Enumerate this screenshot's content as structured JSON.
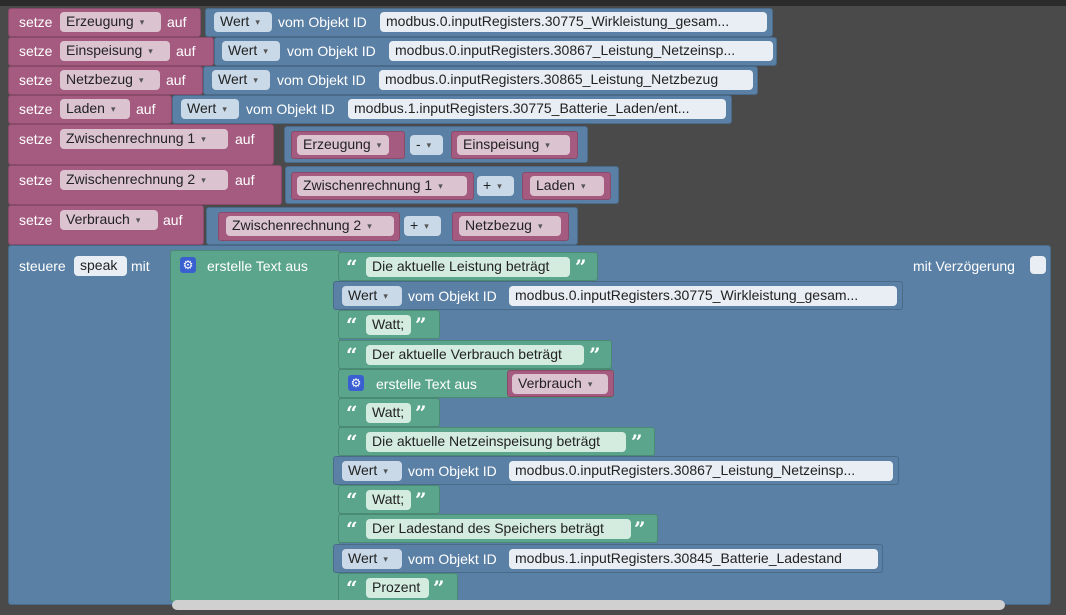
{
  "labels": {
    "setze": "setze",
    "auf": "auf",
    "vom_objekt_id": "vom Objekt ID",
    "steuere": "steuere",
    "mit": "mit",
    "erstelle_text_aus": "erstelle Text aus",
    "mit_verzoegerung": "mit Verzögerung"
  },
  "set_blocks": [
    {
      "var": "Erzeugung",
      "value_mode": "Wert",
      "object_id": "modbus.0.inputRegisters.30775_Wirkleistung_gesam..."
    },
    {
      "var": "Einspeisung",
      "value_mode": "Wert",
      "object_id": "modbus.0.inputRegisters.30867_Leistung_Netzeinsp..."
    },
    {
      "var": "Netzbezug",
      "value_mode": "Wert",
      "object_id": "modbus.0.inputRegisters.30865_Leistung_Netzbezug"
    },
    {
      "var": "Laden",
      "value_mode": "Wert",
      "object_id": "modbus.1.inputRegisters.30775_Batterie_Laden/ent..."
    }
  ],
  "math_blocks": [
    {
      "var": "Zwischenrechnung 1",
      "left": "Erzeugung",
      "op": "-",
      "right": "Einspeisung"
    },
    {
      "var": "Zwischenrechnung 2",
      "left": "Zwischenrechnung 1",
      "op": "+",
      "right": "Laden"
    },
    {
      "var": "Verbrauch",
      "left": "Zwischenrechnung 2",
      "op": "+",
      "right": "Netzbezug"
    }
  ],
  "control": {
    "device": "speak",
    "items": [
      {
        "type": "text",
        "value": "Die aktuelle Leistung beträgt"
      },
      {
        "type": "object",
        "value_mode": "Wert",
        "object_id": "modbus.0.inputRegisters.30775_Wirkleistung_gesam..."
      },
      {
        "type": "text",
        "value": "Watt;"
      },
      {
        "type": "text",
        "value": "Der aktuelle Verbrauch beträgt"
      },
      {
        "type": "create",
        "var": "Verbrauch"
      },
      {
        "type": "text",
        "value": "Watt;"
      },
      {
        "type": "text",
        "value": "Die aktuelle Netzeinspeisung beträgt"
      },
      {
        "type": "object",
        "value_mode": "Wert",
        "object_id": "modbus.0.inputRegisters.30867_Leistung_Netzeinsp..."
      },
      {
        "type": "text",
        "value": "Watt;"
      },
      {
        "type": "text",
        "value": "Der Ladestand des Speichers beträgt"
      },
      {
        "type": "object",
        "value_mode": "Wert",
        "object_id": "modbus.1.inputRegisters.30845_Batterie_Ladestand"
      },
      {
        "type": "text",
        "value": "Prozent"
      }
    ]
  },
  "icons": {
    "gear": "⚙",
    "caret": "▾",
    "quote_open": "“",
    "quote_close": "”"
  },
  "colors": {
    "variables": "#a55b80",
    "values": "#5b80a5",
    "text": "#5ba58c",
    "workspace": "#4a4a4a"
  }
}
